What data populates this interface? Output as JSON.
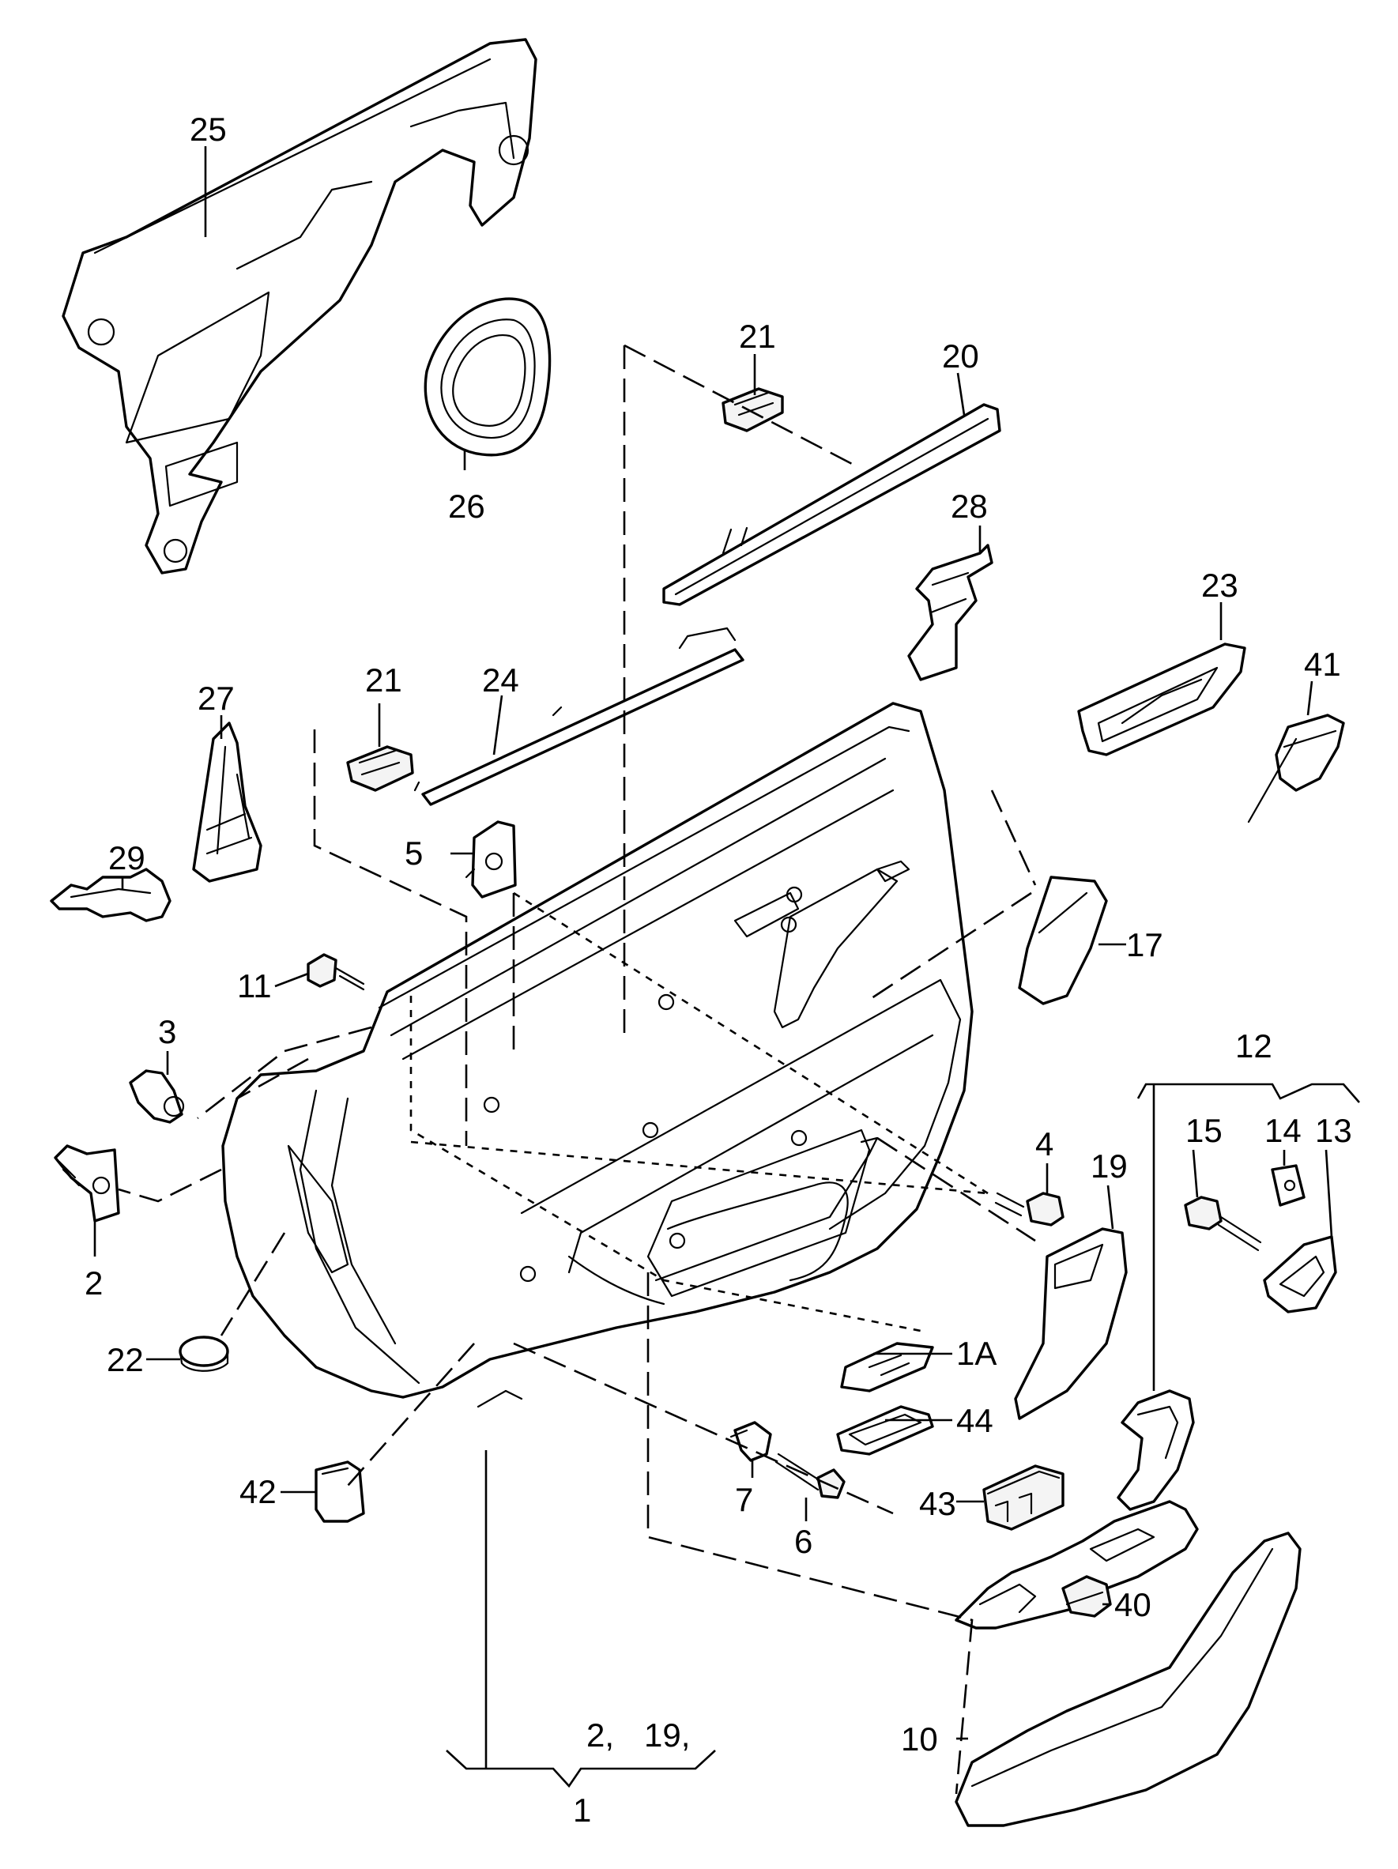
{
  "labels": {
    "p1": "1",
    "p1A": "1A",
    "p2a": "2",
    "p2b": "2,",
    "p3": "3",
    "p4": "4",
    "p5": "5",
    "p6": "6",
    "p7": "7",
    "p10": "10",
    "p11": "11",
    "p12": "12",
    "p13": "13",
    "p14": "14",
    "p15": "15",
    "p17": "17",
    "p19a": "19",
    "p19b": "19,",
    "p20": "20",
    "p21a": "21",
    "p21b": "21",
    "p22": "22",
    "p23": "23",
    "p24": "24",
    "p25": "25",
    "p26": "26",
    "p27": "27",
    "p28": "28",
    "p29": "29",
    "p40": "40",
    "p41": "41",
    "p42": "42",
    "p43": "43",
    "p44": "44"
  }
}
